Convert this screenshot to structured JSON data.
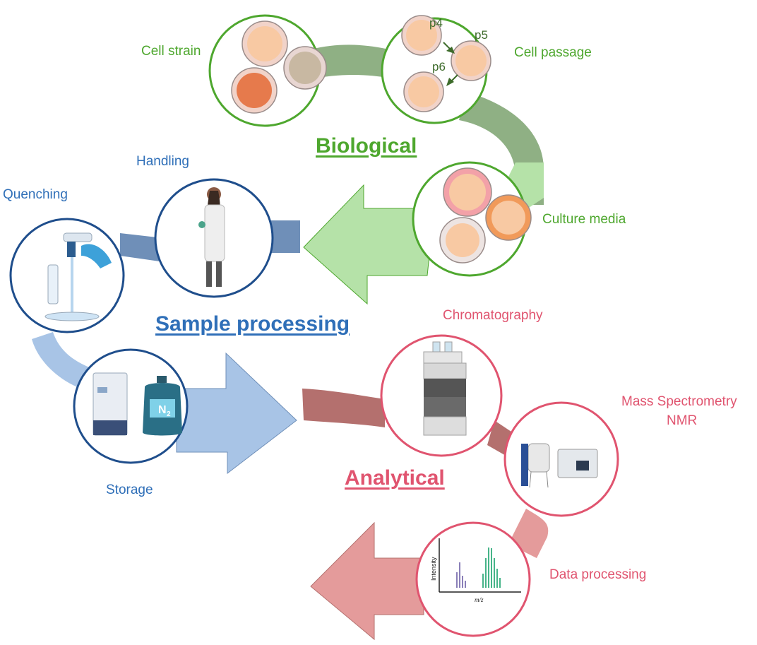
{
  "sections": {
    "biological": "Biological",
    "sample_processing": "Sample processing",
    "analytical": "Analytical"
  },
  "biological": {
    "cell_strain": "Cell strain",
    "cell_passage": "Cell passage",
    "culture_media": "Culture media",
    "passages": [
      "p4",
      "p5",
      "p6"
    ]
  },
  "sample_processing": {
    "handling": "Handling",
    "quenching": "Quenching",
    "storage": "Storage",
    "dewar_label": "N",
    "dewar_sub": "2"
  },
  "analytical": {
    "chromatography": "Chromatography",
    "mass_spec": "Mass Spectrometry",
    "nmr": "NMR",
    "data_processing": "Data processing",
    "spectrum_y": "Intensity",
    "spectrum_x": "m/z"
  },
  "colors": {
    "green": "#4ea72e",
    "blue": "#2f6fb8",
    "dark_blue": "#1f4e8c",
    "pink": "#e0546f"
  }
}
